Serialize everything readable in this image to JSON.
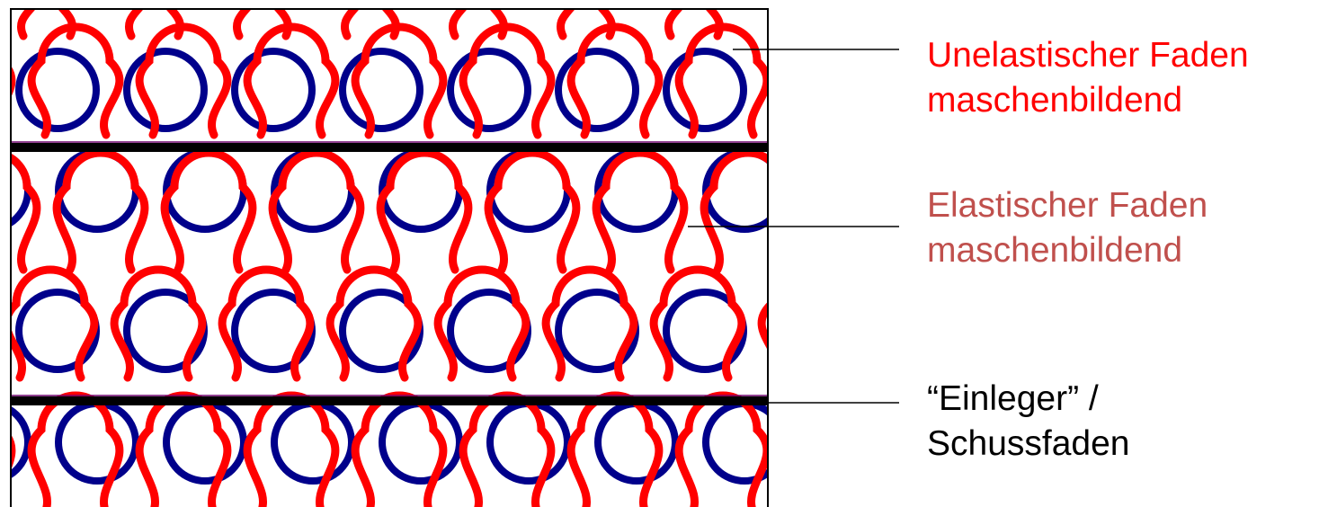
{
  "colors": {
    "unelastic_yarn": "#ff0000",
    "elastic_yarn": "#00008b",
    "elastic_label": "#c0504d",
    "weft_yarn": "#000000",
    "leader_lines": "#000000",
    "frame": "#000000"
  },
  "labels": {
    "unelastic": {
      "line1": "Unelastischer Faden",
      "line2": "maschenbildend"
    },
    "elastic": {
      "line1": "Elastischer Faden",
      "line2": "maschenbildend"
    },
    "weft": {
      "line1": "“Einleger” /",
      "line2": "Schussfaden"
    }
  },
  "icons": {
    "unelastic": "red-loop-yarn",
    "elastic": "blue-loop-yarn",
    "weft": "black-straight-yarn"
  }
}
